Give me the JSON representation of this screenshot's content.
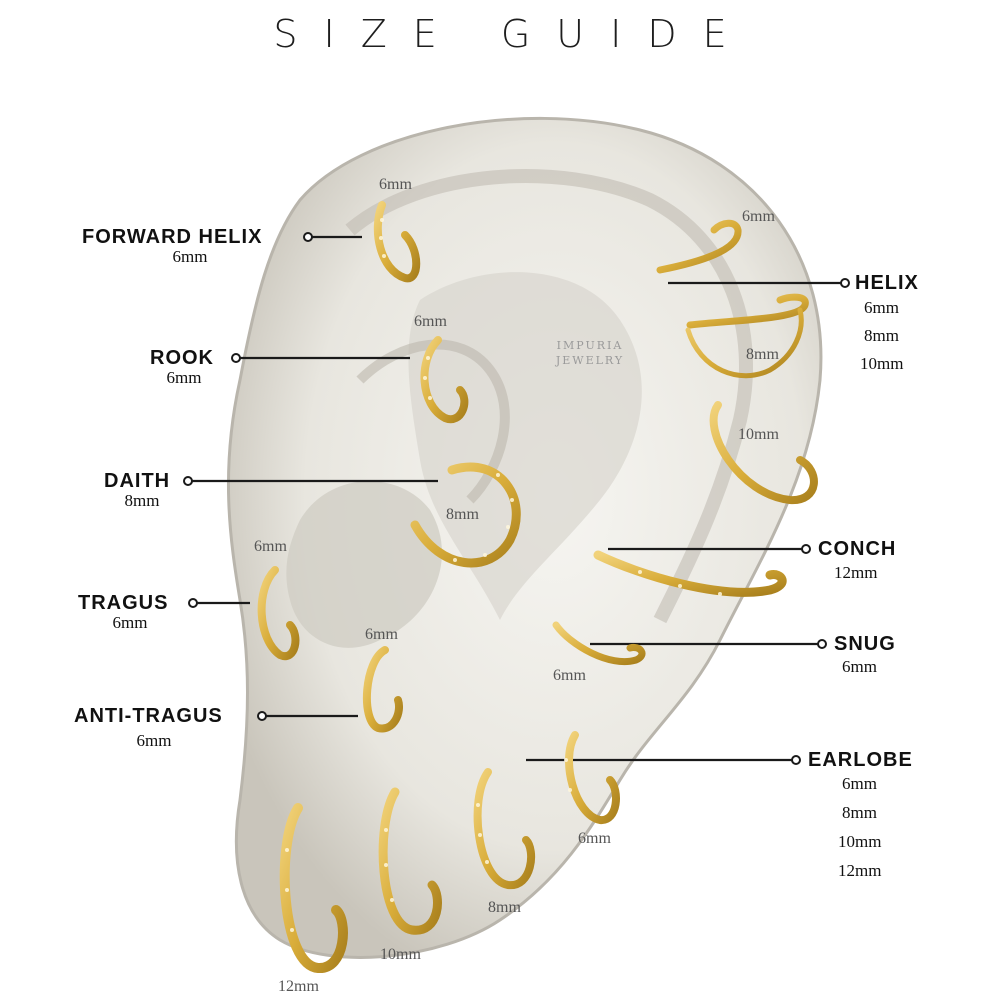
{
  "title": "SIZE GUIDE",
  "watermark": [
    "IMPURIA",
    "JEWELRY"
  ],
  "colors": {
    "gold": "#d9ad3a",
    "gold_dark": "#a9801d",
    "ear_fill": "#eeece6",
    "ear_shadow": "#b9b5ac",
    "line": "#1a1a1a"
  },
  "left_labels": [
    {
      "name": "FORWARD HELIX",
      "sizes": [
        "6mm"
      ]
    },
    {
      "name": "ROOK",
      "sizes": [
        "6mm"
      ]
    },
    {
      "name": "DAITH",
      "sizes": [
        "8mm"
      ]
    },
    {
      "name": "TRAGUS",
      "sizes": [
        "6mm"
      ]
    },
    {
      "name": "ANTI-TRAGUS",
      "sizes": [
        "6mm"
      ]
    }
  ],
  "right_labels": [
    {
      "name": "HELIX",
      "sizes": [
        "6mm",
        "8mm",
        "10mm"
      ]
    },
    {
      "name": "CONCH",
      "sizes": [
        "12mm"
      ]
    },
    {
      "name": "SNUG",
      "sizes": [
        "6mm"
      ]
    },
    {
      "name": "EARLOBE",
      "sizes": [
        "6mm",
        "8mm",
        "10mm",
        "12mm"
      ]
    }
  ],
  "ring_sizes": {
    "forward_helix": "6mm",
    "rook": "6mm",
    "daith": "8mm",
    "tragus": "6mm",
    "anti_tragus": "6mm",
    "helix_1": "6mm",
    "helix_2": "8mm",
    "helix_3": "10mm",
    "snug": "6mm",
    "lobe_1": "6mm",
    "lobe_2": "8mm",
    "lobe_3": "10mm",
    "lobe_4": "12mm"
  }
}
